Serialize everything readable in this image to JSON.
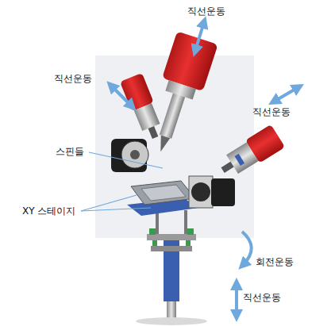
{
  "diagram": {
    "labels": [
      "직선운동",
      "직선운동",
      "스핀들",
      "직선운동",
      "XY 스테이지",
      "회전운동",
      "직선운동"
    ]
  }
}
